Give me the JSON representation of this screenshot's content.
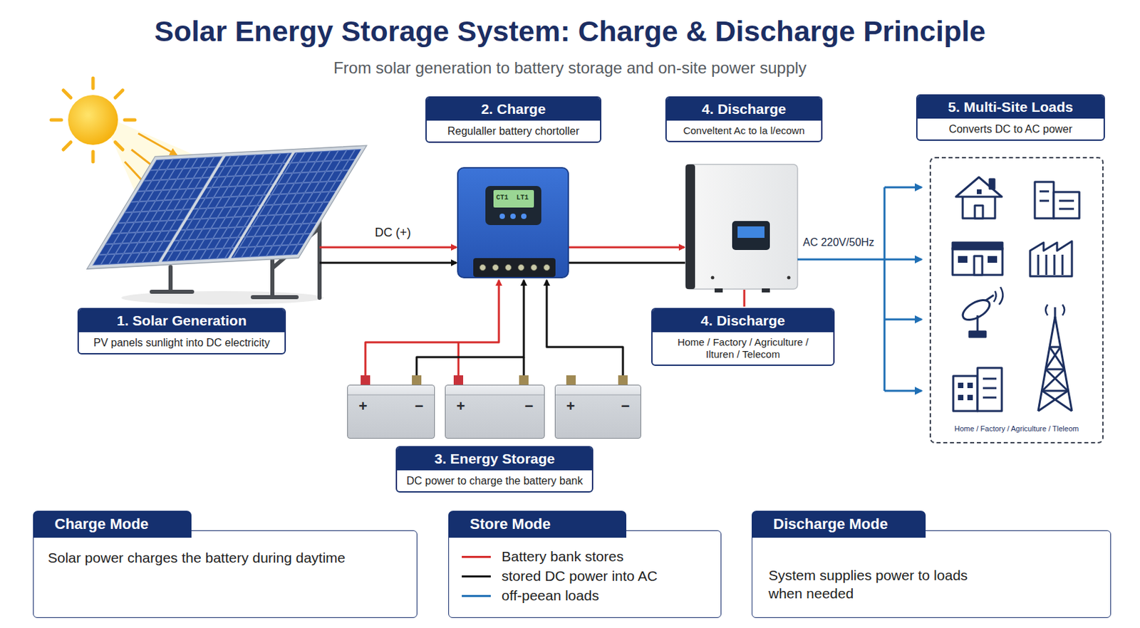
{
  "diagram": {
    "title": "Solar Energy Storage System: Charge & Discharge Principle",
    "caption": "From solar generation to battery storage and on-site power supply",
    "nodes": [
      {
        "text": [
          "2. Charge",
          "Regulaller battery chortoller"
        ]
      },
      {
        "text": [
          "4. Discharge",
          "Conveltent Ac to la l/ecown"
        ]
      },
      {
        "text": [
          "5. Multi-Site Loads",
          "Converts DC to AC power"
        ]
      },
      {
        "text": [
          "Home / Factory / Agriculture / Tleleom"
        ]
      },
      {
        "text": [
          "1. Solar Generation",
          "PV panels sunlight into DC electricity"
        ]
      },
      {
        "text": [
          "4. Discharge",
          "Home / Factory / Agriculture / Ilturen / Telecom"
        ]
      },
      {
        "text": [
          "+",
          "−"
        ]
      },
      {
        "text": [
          "+",
          "−"
        ]
      },
      {
        "text": [
          "+",
          "−"
        ]
      },
      {
        "text": [
          "3. Energy Storage",
          "DC power to charge the battery bank"
        ]
      },
      {
        "text": [
          "Charge Mode",
          "Solar power charges the battery during daytime"
        ]
      },
      {
        "text": [
          "Store Mode"
        ]
      },
      {
        "text": [
          "Discharge Mode",
          "System supplies power to loads when needed"
        ]
      }
    ],
    "labels": [
      "DC (+)",
      "AC 220V/50Hz",
      "CT1",
      "LT1"
    ],
    "legend": [
      {
        "text": "Battery bank stores",
        "color": "#d62b2b"
      },
      {
        "text": "stored DC power into AC",
        "color": "#111111"
      },
      {
        "text": "off-peean loads",
        "color": "#1f6fb5"
      }
    ]
  }
}
